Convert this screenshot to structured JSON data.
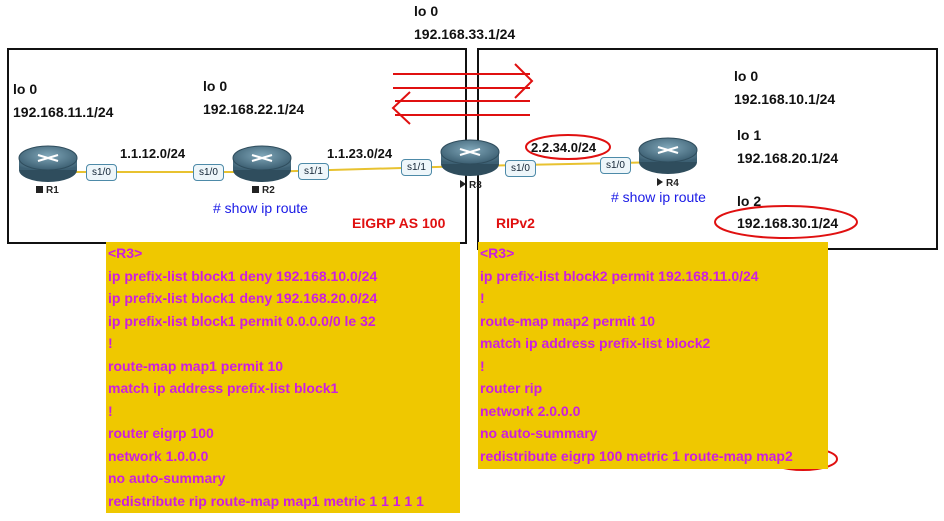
{
  "areas": {
    "left_label": "EIGRP AS 100",
    "right_label": "RIPv2"
  },
  "loopbacks": {
    "r1": {
      "name": "lo 0",
      "addr": "192.168.11.1/24"
    },
    "r2": {
      "name": "lo 0",
      "addr": "192.168.22.1/24"
    },
    "r3": {
      "name": "lo 0",
      "addr": "192.168.33.1/24"
    },
    "r4": [
      {
        "name": "lo 0",
        "addr": "192.168.10.1/24"
      },
      {
        "name": "lo 1",
        "addr": "192.168.20.1/24"
      },
      {
        "name": "lo 2",
        "addr": "192.168.30.1/24"
      }
    ]
  },
  "networks": {
    "r1_r2": "1.1.12.0/24",
    "r2_r3": "1.1.23.0/24",
    "r3_r4": "2.2.34.0/24"
  },
  "routers": {
    "r1": "R1",
    "r2": "R2",
    "r3": "R3",
    "r4": "R4"
  },
  "interfaces": {
    "r1_s10": "s1/0",
    "r2_s10": "s1/0",
    "r2_s11": "s1/1",
    "r3_s11": "s1/1",
    "r3_s10": "s1/0",
    "r4_s10": "s1/0"
  },
  "notes": {
    "r2_cmd": "# show ip route",
    "r4_cmd": "# show ip route"
  },
  "config_left": [
    "<R3>",
    "ip prefix-list block1 deny 192.168.10.0/24",
    "ip prefix-list block1 deny 192.168.20.0/24",
    "ip prefix-list block1 permit 0.0.0.0/0 le 32",
    "!",
    "route-map map1 permit 10",
    "match ip address prefix-list block1",
    "!",
    "router eigrp 100",
    "network 1.0.0.0",
    "no auto-summary",
    "redistribute rip route-map map1 metric 1 1 1 1 1"
  ],
  "config_right": [
    "<R3>",
    "ip prefix-list block2 permit 192.168.11.0/24",
    "!",
    "route-map map2 permit 10",
    "match ip address prefix-list block2",
    "!",
    "router rip",
    "network 2.0.0.0",
    "no auto-summary",
    "redistribute eigrp 100 metric 1 route-map map2"
  ],
  "colors": {
    "config_bg": "#efc800",
    "config_text": "#cc1ee0",
    "annotation": "#e01010",
    "link": "#e8c230",
    "note_blue": "#1a1ae6"
  }
}
